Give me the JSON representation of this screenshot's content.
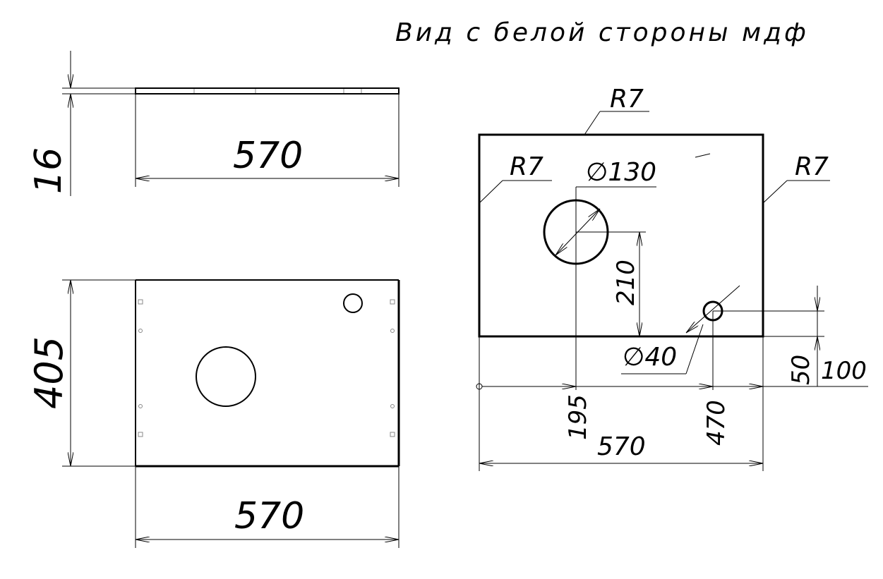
{
  "title": "Вид с белой стороны мдф",
  "side_view": {
    "thickness_label": "16",
    "width_label": "570"
  },
  "front_view": {
    "height_label": "405",
    "width_label": "570"
  },
  "detail_view": {
    "radius_top": "R7",
    "radius_left": "R7",
    "radius_right": "R7",
    "big_hole_diameter": "∅130",
    "small_hole_diameter": "∅40",
    "dim_210": "210",
    "dim_195": "195",
    "dim_470": "470",
    "dim_570": "570",
    "dim_50": "50",
    "dim_100": "100"
  }
}
